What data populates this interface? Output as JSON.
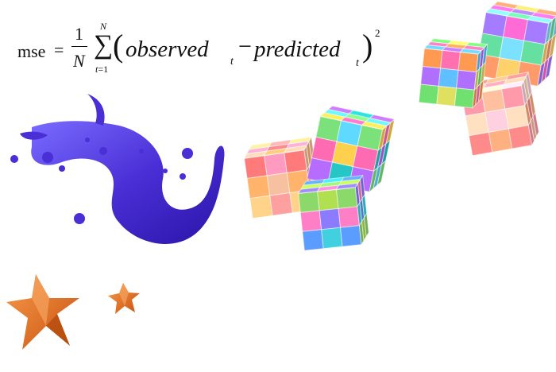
{
  "formula": {
    "lhs": "mse",
    "equals": "=",
    "frac_numerator": "1",
    "frac_denominator": "N",
    "sum_upper": "N",
    "sum_symbol": "∑",
    "sum_lower_var": "t",
    "sum_lower_eq": "=1",
    "left_paren": "(",
    "observed": "observed",
    "observed_sub": "t",
    "minus": "−",
    "predicted": "predicted",
    "predicted_sub": "t",
    "right_paren": ")",
    "exponent": "2"
  },
  "decorations": {
    "splash_color": "#4a2fd6",
    "star_color": "#e46a1c",
    "cubes": [
      "cube-1",
      "cube-2",
      "cube-3",
      "cube-4",
      "cube-5",
      "cube-6"
    ]
  }
}
